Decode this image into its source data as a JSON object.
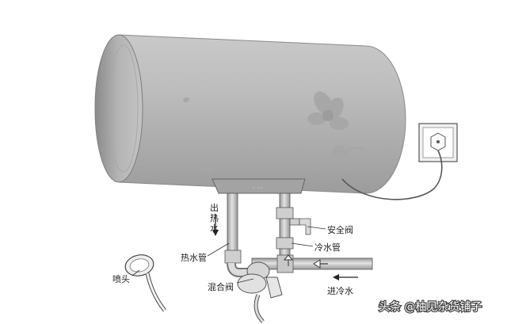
{
  "labels": {
    "hot_out_1": "出",
    "hot_out_2": "热",
    "hot_out_3": "水",
    "hot_pipe": "热水管",
    "shower_head": "喷头",
    "mixing_valve": "混合阀",
    "safety_valve": "安全阀",
    "cold_pipe": "冷水管",
    "cold_in": "进冷水"
  },
  "watermark": "头条 @柚见杂货铺子",
  "colors": {
    "tank_body": "#b3b3b3",
    "tank_dark": "#8f8f8f",
    "pipe": "#bfbfbf",
    "line": "#333333",
    "cord": "#555555"
  }
}
